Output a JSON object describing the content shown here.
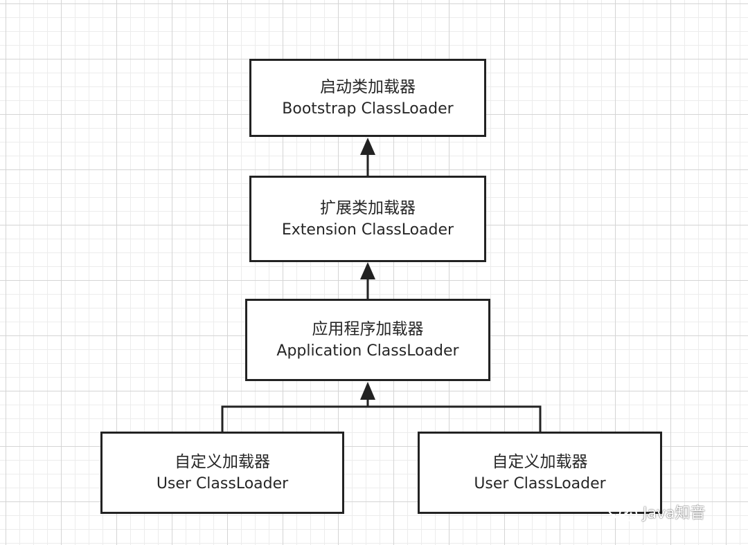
{
  "diagram": {
    "nodes": {
      "bootstrap": {
        "zh": "启动类加载器",
        "en": "Bootstrap ClassLoader"
      },
      "extension": {
        "zh": "扩展类加载器",
        "en": "Extension ClassLoader"
      },
      "application": {
        "zh": "应用程序加载器",
        "en": "Application ClassLoader"
      },
      "user_left": {
        "zh": "自定义加载器",
        "en": "User ClassLoader"
      },
      "user_right": {
        "zh": "自定义加载器",
        "en": "User ClassLoader"
      }
    },
    "edges": [
      {
        "from": "extension",
        "to": "bootstrap"
      },
      {
        "from": "application",
        "to": "extension"
      },
      {
        "from": "user_left",
        "to": "application"
      },
      {
        "from": "user_right",
        "to": "application"
      }
    ]
  },
  "watermark": {
    "text": "Java知音",
    "icon": "wechat-icon"
  },
  "colors": {
    "line": "#222222",
    "grid": "#d4d4d4"
  }
}
